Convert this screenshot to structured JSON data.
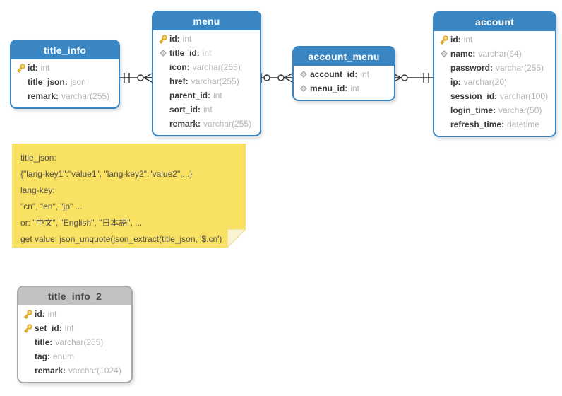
{
  "colors": {
    "table_blue": "#3a86c3",
    "table_gray": "#c2c2c2",
    "table_gray_border": "#a8a8a8",
    "header_text_blue": "#ffffff",
    "header_text_gray": "#4a4a4a",
    "field_name": "#3a3a3a",
    "field_type": "#b5b5b5",
    "note_bg": "#f9e163",
    "note_text": "#4f4f4f",
    "connector": "#333333",
    "key_icon_gold": "#f6c53f",
    "diamond_icon_gray": "#d9d9d9"
  },
  "tables": [
    {
      "name": "title_info",
      "theme": "blue",
      "fields": [
        {
          "icon": "key",
          "name": "id",
          "type": "int"
        },
        {
          "icon": "none",
          "name": "title_json",
          "type": "json"
        },
        {
          "icon": "none",
          "name": "remark",
          "type": "varchar(255)"
        }
      ]
    },
    {
      "name": "menu",
      "theme": "blue",
      "fields": [
        {
          "icon": "key",
          "name": "id",
          "type": "int"
        },
        {
          "icon": "diamond",
          "name": "title_id",
          "type": "int"
        },
        {
          "icon": "none",
          "name": "icon",
          "type": "varchar(255)"
        },
        {
          "icon": "none",
          "name": "href",
          "type": "varchar(255)"
        },
        {
          "icon": "none",
          "name": "parent_id",
          "type": "int"
        },
        {
          "icon": "none",
          "name": "sort_id",
          "type": "int"
        },
        {
          "icon": "none",
          "name": "remark",
          "type": "varchar(255)"
        }
      ]
    },
    {
      "name": "account_menu",
      "theme": "blue",
      "fields": [
        {
          "icon": "diamond",
          "name": "account_id",
          "type": "int"
        },
        {
          "icon": "diamond",
          "name": "menu_id",
          "type": "int"
        }
      ]
    },
    {
      "name": "account",
      "theme": "blue",
      "fields": [
        {
          "icon": "key",
          "name": "id",
          "type": "int"
        },
        {
          "icon": "diamond",
          "name": "name",
          "type": "varchar(64)"
        },
        {
          "icon": "none",
          "name": "password",
          "type": "varchar(255)"
        },
        {
          "icon": "none",
          "name": "ip",
          "type": "varchar(20)"
        },
        {
          "icon": "none",
          "name": "session_id",
          "type": "varchar(100)"
        },
        {
          "icon": "none",
          "name": "login_time",
          "type": "varchar(50)"
        },
        {
          "icon": "none",
          "name": "refresh_time",
          "type": "datetime"
        }
      ]
    },
    {
      "name": "title_info_2",
      "theme": "gray",
      "fields": [
        {
          "icon": "key",
          "name": "id",
          "type": "int"
        },
        {
          "icon": "key",
          "name": "set_id",
          "type": "int"
        },
        {
          "icon": "none",
          "name": "title",
          "type": "varchar(255)"
        },
        {
          "icon": "none",
          "name": "tag",
          "type": "enum"
        },
        {
          "icon": "none",
          "name": "remark",
          "type": "varchar(1024)"
        }
      ]
    }
  ],
  "note": {
    "lines": [
      "title_json:",
      "{\"lang-key1\":\"value1\", \"lang-key2\":\"value2\",...}",
      "lang-key:",
      "\"cn\", \"en\", \"jp\" ...",
      "or: \"中文\", \"English\", \"日本語\", ...",
      "get value: json_unquote(json_extract(title_json, '$.cn')"
    ]
  },
  "relationships": [
    {
      "from": "title_info",
      "to": "menu",
      "from_cardinality": "one and only one",
      "to_cardinality": "zero or many"
    },
    {
      "from": "menu",
      "to": "account_menu",
      "from_cardinality": "zero or one",
      "to_cardinality": "zero or many"
    },
    {
      "from": "account_menu",
      "to": "account",
      "from_cardinality": "zero or many",
      "to_cardinality": "one and only one"
    }
  ]
}
